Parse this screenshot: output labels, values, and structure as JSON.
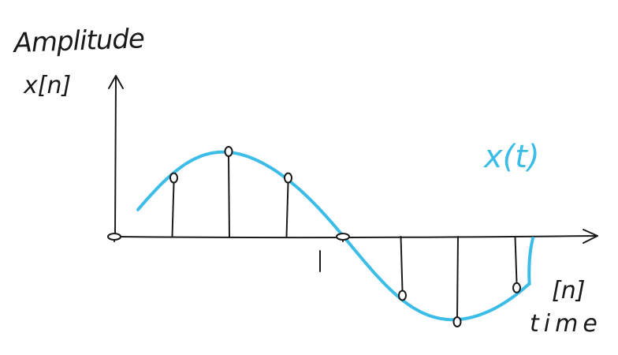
{
  "labels": {
    "y_axis_title": "Amplitude",
    "y_axis_symbol": "x[n]",
    "x_axis_symbol": "[n]",
    "x_axis_title": "time",
    "signal_label": "x(t)"
  },
  "colors": {
    "ink": "#1a1a1a",
    "signal": "#3bbde8"
  },
  "chart_data": {
    "type": "line",
    "continuous_signal": {
      "name": "x(t)",
      "shape": "sine",
      "color": "#3bbde8"
    },
    "samples": {
      "n": [
        0,
        1,
        2,
        3,
        4,
        5,
        6,
        7
      ],
      "values": [
        0.0,
        0.69,
        1.0,
        0.69,
        0.0,
        -0.69,
        -1.0,
        -0.6
      ]
    },
    "xlabel": "[n] time",
    "ylabel": "Amplitude x[n]"
  }
}
